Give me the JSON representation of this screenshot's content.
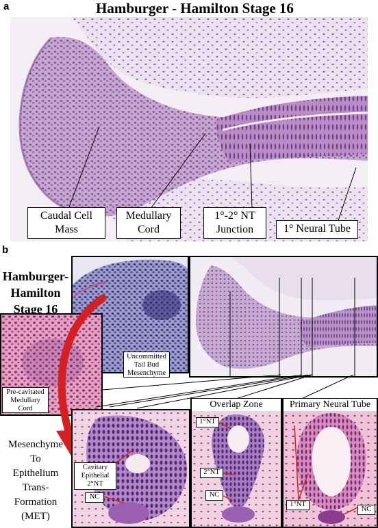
{
  "panel_a": {
    "letter": "a",
    "title": "Hamburger - Hamilton Stage 16",
    "labels": {
      "caudal_cell_mass": [
        "Caudal Cell",
        "Mass"
      ],
      "medullary_cord": [
        "Medullary",
        "Cord"
      ],
      "junction": [
        "1°-2° NT",
        "Junction"
      ],
      "primary_neural_tube": "1° Neural Tube"
    }
  },
  "panel_b": {
    "letter": "b",
    "stage_title": [
      "Hamburger-",
      "Hamilton",
      "Stage 16"
    ],
    "uncommitted": [
      "Uncommitted",
      "Tail Bud",
      "Mesenchyme"
    ],
    "precavitated": [
      "Pre-cavitated",
      "Medullary",
      "Cord"
    ],
    "met": [
      "Mesenchyme",
      "To",
      "Epithelium",
      "Trans-",
      "Formation",
      "(MET)"
    ],
    "cavitary": [
      "Cavitary",
      "Epithelial",
      "2°NT"
    ],
    "nc": "NC",
    "overlap_zone": "Overlap Zone",
    "primary_neural_tube": "Primary Neural Tube",
    "one_nt": "1°NT",
    "two_nt": "2°NT"
  },
  "colors": {
    "tissue_purple": "#8a4fa0",
    "tissue_pink": "#c94b86",
    "nucleus_dark": "#4a2a7a",
    "arrow_red": "#d42020"
  }
}
